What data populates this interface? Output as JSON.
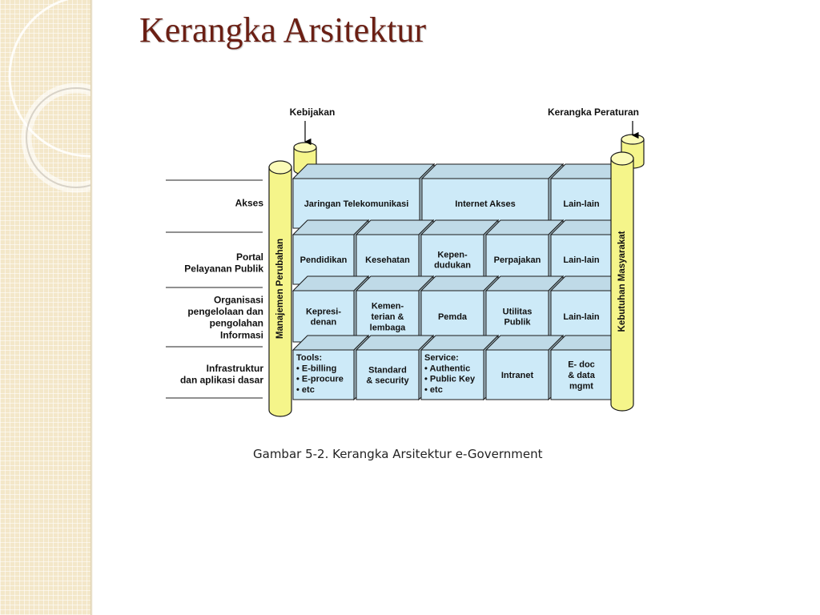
{
  "slide": {
    "title": "Kerangka Arsitektur",
    "caption": "Gambar 5-2. Kerangka Arsitektur e-Government"
  },
  "diagram": {
    "top_labels": {
      "left": "Kebijakan",
      "right": "Kerangka Peraturan"
    },
    "pillars": {
      "left": "Manajemen Perubahan",
      "right": "Kebutuhan Masyarakat"
    },
    "colors": {
      "box": "#cdeaf8",
      "pillar": "#f5f58a",
      "border": "#1a1a1a"
    },
    "layers": [
      {
        "label_lines": [
          "Akses"
        ],
        "boxes": [
          {
            "lines": [
              "Jaringan Telekomunikasi"
            ]
          },
          {
            "lines": [
              "Internet Akses"
            ]
          },
          {
            "lines": [
              "Lain-lain"
            ]
          }
        ]
      },
      {
        "label_lines": [
          "Portal",
          "Pelayanan Publik"
        ],
        "boxes": [
          {
            "lines": [
              "Pendidikan"
            ]
          },
          {
            "lines": [
              "Kesehatan"
            ]
          },
          {
            "lines": [
              "Kepen-",
              "dudukan"
            ]
          },
          {
            "lines": [
              "Perpajakan"
            ]
          },
          {
            "lines": [
              "Lain-lain"
            ]
          }
        ]
      },
      {
        "label_lines": [
          "Organisasi",
          "pengelolaan dan",
          "pengolahan",
          "Informasi"
        ],
        "boxes": [
          {
            "lines": [
              "Kepresi-",
              "denan"
            ]
          },
          {
            "lines": [
              "Kemen-",
              "terian &",
              "lembaga"
            ]
          },
          {
            "lines": [
              "Pemda"
            ]
          },
          {
            "lines": [
              "Utilitas",
              "Publik"
            ]
          },
          {
            "lines": [
              "Lain-lain"
            ]
          }
        ]
      },
      {
        "label_lines": [
          "Infrastruktur",
          "dan aplikasi dasar"
        ],
        "boxes": [
          {
            "lines": [
              "Tools:",
              "• E-billing",
              "• E-procure",
              "• etc"
            ]
          },
          {
            "lines": [
              "Standard",
              "& security"
            ]
          },
          {
            "lines": [
              "Service:",
              "• Authentic",
              "• Public Key",
              "• etc"
            ]
          },
          {
            "lines": [
              "Intranet"
            ]
          },
          {
            "lines": [
              "E- doc",
              "& data",
              "mgmt"
            ]
          }
        ]
      }
    ]
  }
}
